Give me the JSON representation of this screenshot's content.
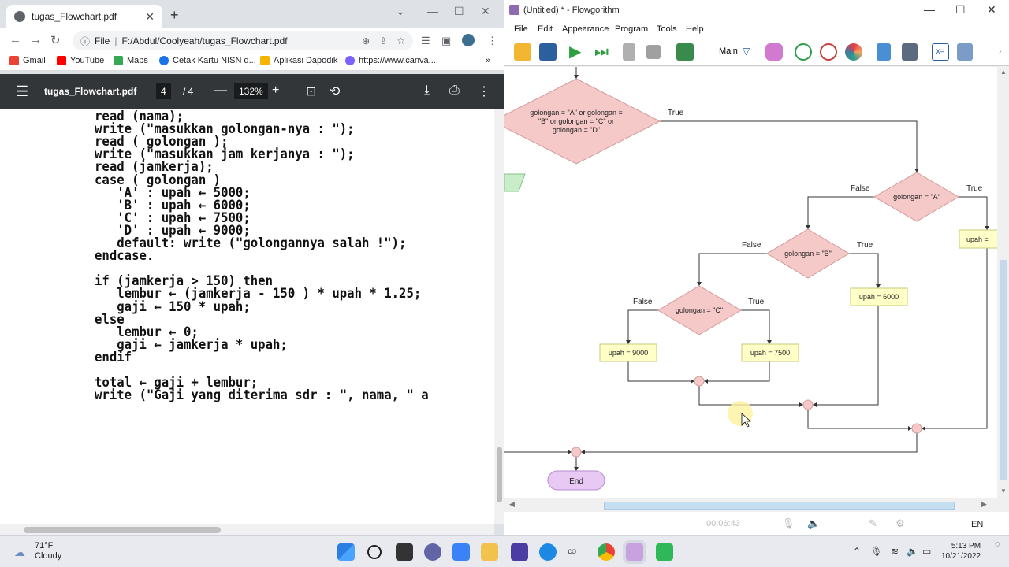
{
  "chrome": {
    "tab_title": "tugas_Flowchart.pdf",
    "tab_close": "✕",
    "new_tab": "+",
    "address_prefix": "File",
    "address": "F:/Abdul/Coolyeah/tugas_Flowchart.pdf",
    "bookmarks": [
      "Gmail",
      "YouTube",
      "Maps",
      "Cetak Kartu NISN d...",
      "Aplikasi Dapodik",
      "https://www.canva...."
    ],
    "bookmarks_more": "»"
  },
  "pdf": {
    "filename": "tugas_Flowchart.pdf",
    "page_current": "4",
    "page_total": "/ 4",
    "zoom": "132%",
    "code_lines": [
      "read (nama);",
      "write (\"masukkan golongan-nya : \");",
      "read ( golongan );",
      "write (\"masukkan jam kerjanya : \");",
      "read (jamkerja);",
      "case ( golongan )",
      "   'A' : upah ← 5000;",
      "   'B' : upah ← 6000;",
      "   'C' : upah ← 7500;",
      "   'D' : upah ← 9000;",
      "   default: write (\"golongannya salah !\");",
      "endcase.",
      "",
      "if (jamkerja > 150) then",
      "   lembur ← (jamkerja - 150 ) * upah * 1.25;",
      "   gaji ← 150 * upah;",
      "else",
      "   lembur ← 0;",
      "   gaji ← jamkerja * upah;",
      "endif",
      "",
      "total ← gaji + lembur;",
      "write (\"Gaji yang diterima sdr : \", nama, \" a"
    ]
  },
  "flowgorithm": {
    "title": "(Untitled) * - Flowgorithm",
    "menu": [
      "File",
      "Edit",
      "Appearance",
      "Program",
      "Tools",
      "Help"
    ],
    "function_select": "Main",
    "nodes": {
      "d_main": [
        "golongan = \"A\" or golongan =",
        "\"B\" or golongan = \"C\" or",
        "golongan = \"D\""
      ],
      "d_a": "golongan = \"A\"",
      "d_b": "golongan = \"B\"",
      "d_c": "golongan = \"C\"",
      "a_a": "upah =",
      "a_b": "upah = 6000",
      "a_c": "upah = 7500",
      "a_d": "upah = 9000",
      "end": "End"
    },
    "labels": {
      "true": "True",
      "false": "False"
    },
    "status_time": "00:06:43",
    "lang": "EN"
  },
  "taskbar": {
    "temp": "71°F",
    "weather": "Cloudy",
    "time": "5:13 PM",
    "date": "10/21/2022"
  }
}
